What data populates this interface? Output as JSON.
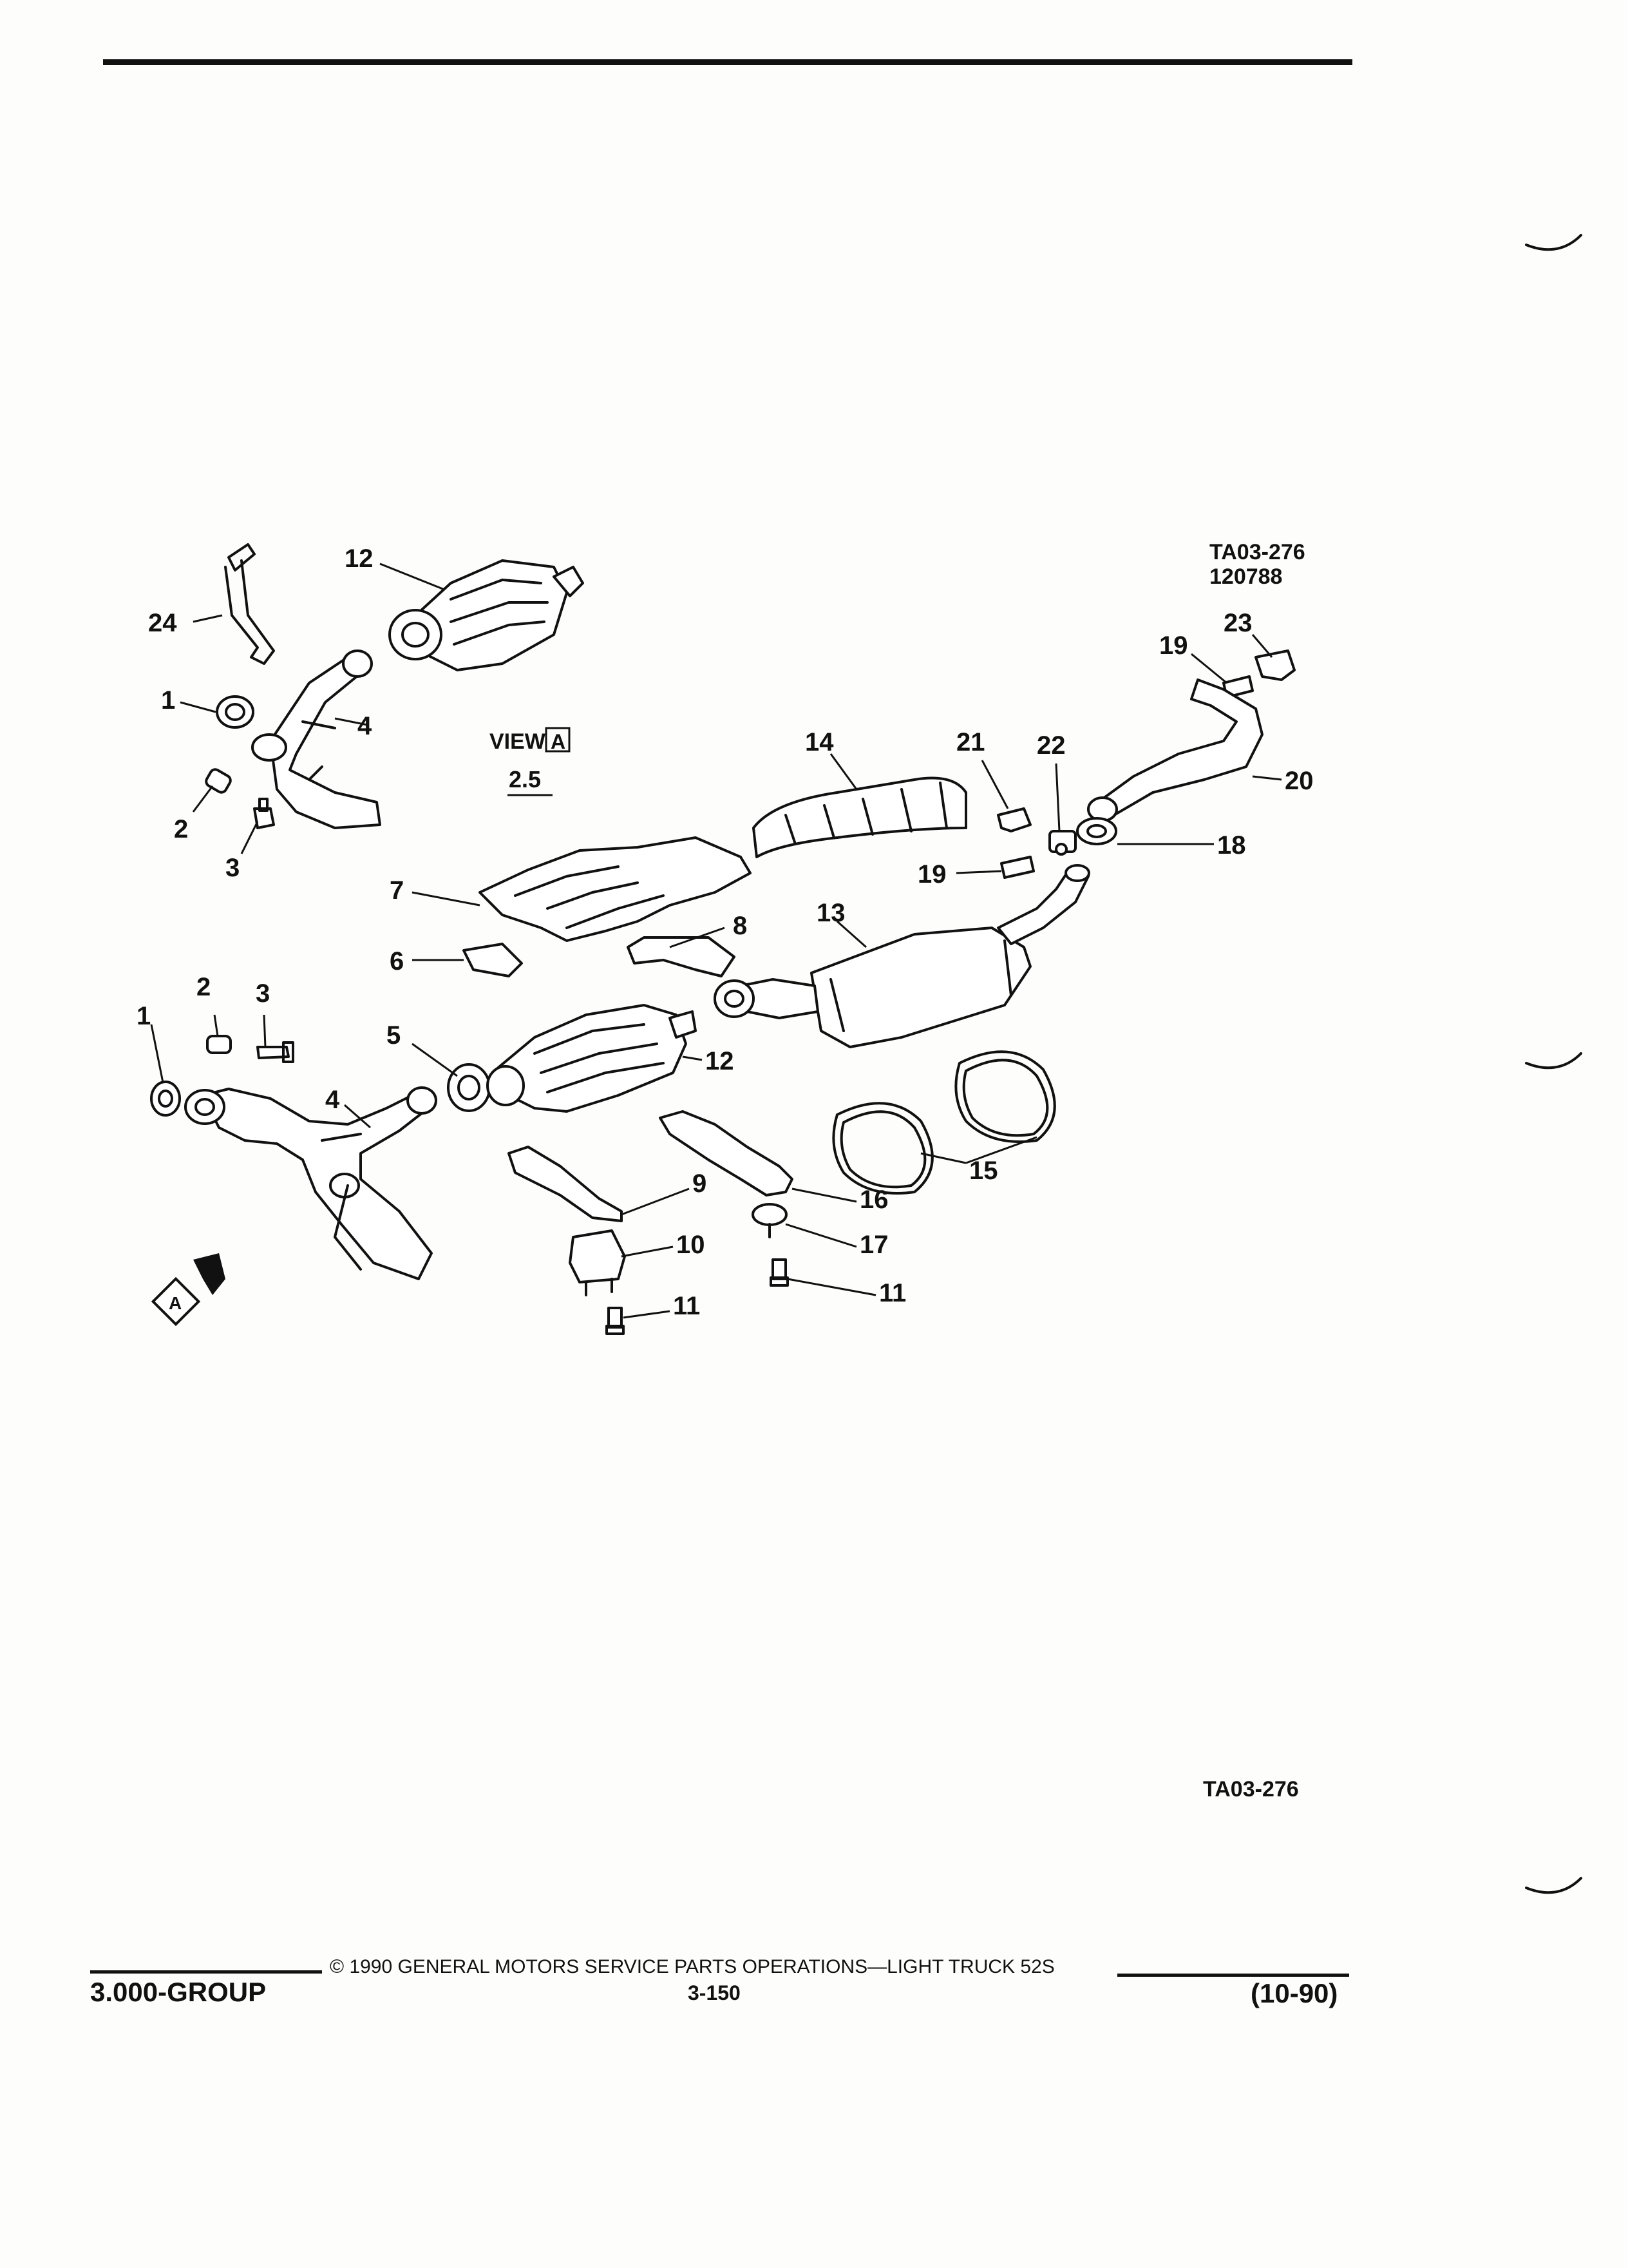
{
  "diagram": {
    "code_top": "TA03-276",
    "code_date": "120788",
    "view_word": "VIEW",
    "view_letter": "A",
    "view_ref": "2.5",
    "view_marker_letter": "A",
    "code_bottom": "TA03-276",
    "callouts": [
      {
        "id": "c24",
        "label": "24"
      },
      {
        "id": "c12a",
        "label": "12"
      },
      {
        "id": "c1a",
        "label": "1"
      },
      {
        "id": "c4a",
        "label": "4"
      },
      {
        "id": "c2a",
        "label": "2"
      },
      {
        "id": "c3a",
        "label": "3"
      },
      {
        "id": "c7",
        "label": "7"
      },
      {
        "id": "c6",
        "label": "6"
      },
      {
        "id": "c8",
        "label": "8"
      },
      {
        "id": "c14",
        "label": "14"
      },
      {
        "id": "c21",
        "label": "21"
      },
      {
        "id": "c22",
        "label": "22"
      },
      {
        "id": "c23",
        "label": "23"
      },
      {
        "id": "c19a",
        "label": "19"
      },
      {
        "id": "c20",
        "label": "20"
      },
      {
        "id": "c18",
        "label": "18"
      },
      {
        "id": "c19b",
        "label": "19"
      },
      {
        "id": "c13",
        "label": "13"
      },
      {
        "id": "c2b",
        "label": "2"
      },
      {
        "id": "c3b",
        "label": "3"
      },
      {
        "id": "c1b",
        "label": "1"
      },
      {
        "id": "c5",
        "label": "5"
      },
      {
        "id": "c12b",
        "label": "12"
      },
      {
        "id": "c4b",
        "label": "4"
      },
      {
        "id": "c9",
        "label": "9"
      },
      {
        "id": "c10",
        "label": "10"
      },
      {
        "id": "c11a",
        "label": "11"
      },
      {
        "id": "c16",
        "label": "16"
      },
      {
        "id": "c17",
        "label": "17"
      },
      {
        "id": "c11b",
        "label": "11"
      },
      {
        "id": "c15",
        "label": "15"
      }
    ]
  },
  "footer": {
    "group": "3.000-GROUP",
    "copyright": "© 1990 GENERAL MOTORS SERVICE PARTS OPERATIONS—LIGHT TRUCK 52S",
    "page_number": "3-150",
    "revision": "(10-90)"
  }
}
